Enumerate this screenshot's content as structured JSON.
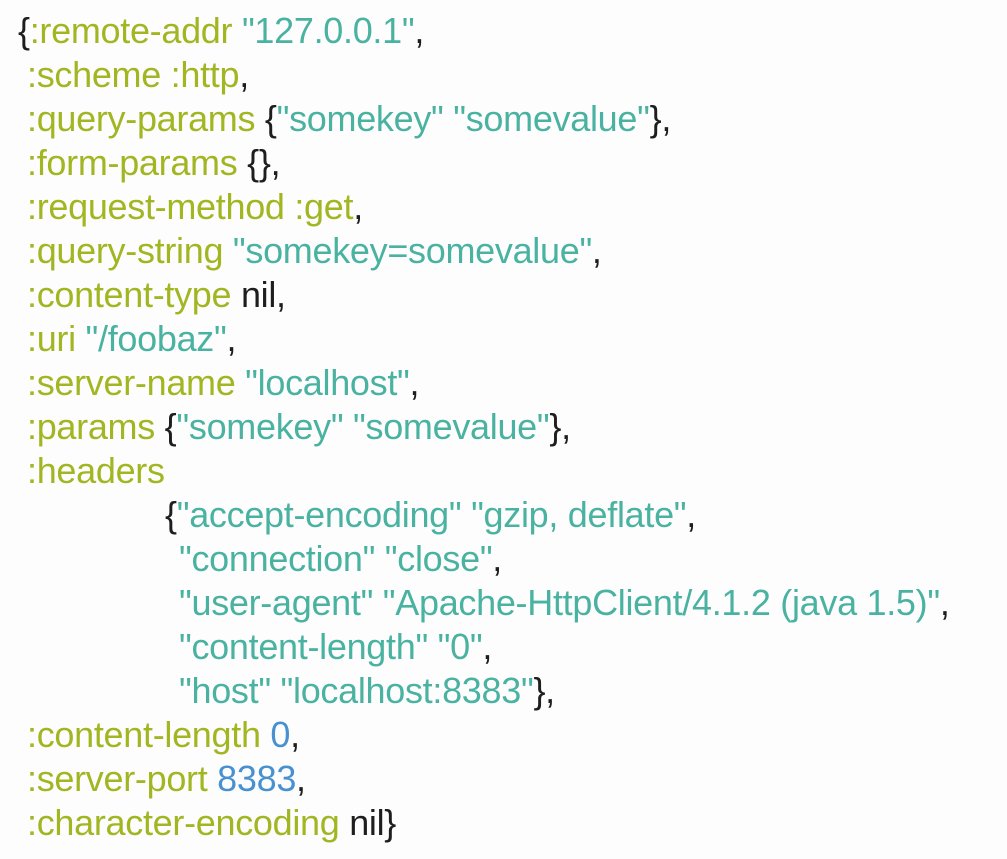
{
  "page": {
    "background": "#fefdfe",
    "description": "Clojure Ring HTTP request map printed with syntax highlighting"
  },
  "token_colors": {
    "kw": "#a2b622",
    "str": "#49b2a1",
    "num": "#4791d0",
    "punct": "#1e1e1e"
  },
  "code": {
    "language": "clojure",
    "lines": [
      {
        "indent": 18,
        "tokens": [
          {
            "t": "punct",
            "v": "{"
          },
          {
            "t": "kw",
            "v": ":remote-addr"
          },
          {
            "t": "sp",
            "v": " "
          },
          {
            "t": "str",
            "v": "\"127.0.0.1\""
          },
          {
            "t": "punct",
            "v": ","
          }
        ]
      },
      {
        "indent": 27,
        "tokens": [
          {
            "t": "kw",
            "v": ":scheme"
          },
          {
            "t": "sp",
            "v": " "
          },
          {
            "t": "kw",
            "v": ":http"
          },
          {
            "t": "punct",
            "v": ","
          }
        ]
      },
      {
        "indent": 27,
        "tokens": [
          {
            "t": "kw",
            "v": ":query-params"
          },
          {
            "t": "sp",
            "v": " "
          },
          {
            "t": "punct",
            "v": "{"
          },
          {
            "t": "str",
            "v": "\"somekey\""
          },
          {
            "t": "sp",
            "v": " "
          },
          {
            "t": "str",
            "v": "\"somevalue\""
          },
          {
            "t": "punct",
            "v": "},"
          }
        ]
      },
      {
        "indent": 27,
        "tokens": [
          {
            "t": "kw",
            "v": ":form-params"
          },
          {
            "t": "sp",
            "v": " "
          },
          {
            "t": "punct",
            "v": "{},"
          }
        ]
      },
      {
        "indent": 27,
        "tokens": [
          {
            "t": "kw",
            "v": ":request-method"
          },
          {
            "t": "sp",
            "v": " "
          },
          {
            "t": "kw",
            "v": ":get"
          },
          {
            "t": "punct",
            "v": ","
          }
        ]
      },
      {
        "indent": 27,
        "tokens": [
          {
            "t": "kw",
            "v": ":query-string"
          },
          {
            "t": "sp",
            "v": " "
          },
          {
            "t": "str",
            "v": "\"somekey=somevalue\""
          },
          {
            "t": "punct",
            "v": ","
          }
        ]
      },
      {
        "indent": 27,
        "tokens": [
          {
            "t": "kw",
            "v": ":content-type"
          },
          {
            "t": "sp",
            "v": " "
          },
          {
            "t": "punct",
            "v": "nil,"
          }
        ]
      },
      {
        "indent": 27,
        "tokens": [
          {
            "t": "kw",
            "v": ":uri"
          },
          {
            "t": "sp",
            "v": " "
          },
          {
            "t": "str",
            "v": "\"/foobaz\""
          },
          {
            "t": "punct",
            "v": ","
          }
        ]
      },
      {
        "indent": 27,
        "tokens": [
          {
            "t": "kw",
            "v": ":server-name"
          },
          {
            "t": "sp",
            "v": " "
          },
          {
            "t": "str",
            "v": "\"localhost\""
          },
          {
            "t": "punct",
            "v": ","
          }
        ]
      },
      {
        "indent": 27,
        "tokens": [
          {
            "t": "kw",
            "v": ":params"
          },
          {
            "t": "sp",
            "v": " "
          },
          {
            "t": "punct",
            "v": "{"
          },
          {
            "t": "str",
            "v": "\"somekey\""
          },
          {
            "t": "sp",
            "v": " "
          },
          {
            "t": "str",
            "v": "\"somevalue\""
          },
          {
            "t": "punct",
            "v": "},"
          }
        ]
      },
      {
        "indent": 27,
        "tokens": [
          {
            "t": "kw",
            "v": ":headers"
          }
        ]
      },
      {
        "indent": 165,
        "tokens": [
          {
            "t": "punct",
            "v": "{"
          },
          {
            "t": "str",
            "v": "\"accept-encoding\""
          },
          {
            "t": "sp",
            "v": " "
          },
          {
            "t": "str",
            "v": "\"gzip, deflate\""
          },
          {
            "t": "punct",
            "v": ","
          }
        ]
      },
      {
        "indent": 179,
        "tokens": [
          {
            "t": "str",
            "v": "\"connection\""
          },
          {
            "t": "sp",
            "v": " "
          },
          {
            "t": "str",
            "v": "\"close\""
          },
          {
            "t": "punct",
            "v": ","
          }
        ]
      },
      {
        "indent": 179,
        "tokens": [
          {
            "t": "str",
            "v": "\"user-agent\""
          },
          {
            "t": "sp",
            "v": " "
          },
          {
            "t": "str",
            "v": "\"Apache-HttpClient/4.1.2 (java 1.5)\""
          },
          {
            "t": "punct",
            "v": ","
          }
        ]
      },
      {
        "indent": 179,
        "tokens": [
          {
            "t": "str",
            "v": "\"content-length\""
          },
          {
            "t": "sp",
            "v": " "
          },
          {
            "t": "str",
            "v": "\"0\""
          },
          {
            "t": "punct",
            "v": ","
          }
        ]
      },
      {
        "indent": 179,
        "tokens": [
          {
            "t": "str",
            "v": "\"host\""
          },
          {
            "t": "sp",
            "v": " "
          },
          {
            "t": "str",
            "v": "\"localhost:8383\""
          },
          {
            "t": "punct",
            "v": "},"
          }
        ]
      },
      {
        "indent": 27,
        "tokens": [
          {
            "t": "kw",
            "v": ":content-length"
          },
          {
            "t": "sp",
            "v": " "
          },
          {
            "t": "num",
            "v": "0"
          },
          {
            "t": "punct",
            "v": ","
          }
        ]
      },
      {
        "indent": 27,
        "tokens": [
          {
            "t": "kw",
            "v": ":server-port"
          },
          {
            "t": "sp",
            "v": " "
          },
          {
            "t": "num",
            "v": "8383"
          },
          {
            "t": "punct",
            "v": ","
          }
        ]
      },
      {
        "indent": 27,
        "tokens": [
          {
            "t": "kw",
            "v": ":character-encoding"
          },
          {
            "t": "sp",
            "v": " "
          },
          {
            "t": "punct",
            "v": "nil}"
          }
        ]
      }
    ]
  }
}
